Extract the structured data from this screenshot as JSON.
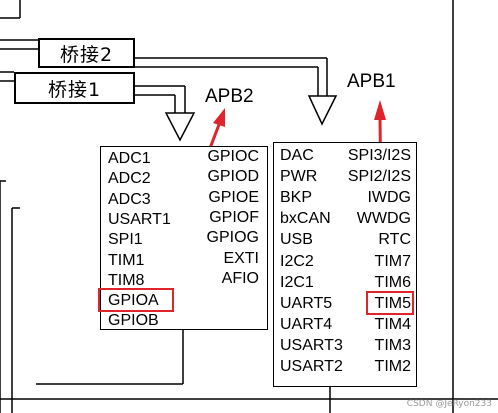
{
  "bridges": {
    "bridge2": "桥接2",
    "bridge1": "桥接1"
  },
  "buses": {
    "apb2": "APB2",
    "apb1": "APB1"
  },
  "apb2_left": [
    "ADC1",
    "ADC2",
    "ADC3",
    "USART1",
    "SPI1",
    "TIM1",
    "TIM8",
    "GPIOA",
    "GPIOB"
  ],
  "apb2_right": [
    "GPIOC",
    "GPIOD",
    "GPIOE",
    "GPIOF",
    "GPIOG",
    "EXTI",
    "AFIO"
  ],
  "apb1_left": [
    "DAC",
    "PWR",
    "BKP",
    "bxCAN",
    "USB",
    "I2C2",
    "I2C1",
    "UART5",
    "UART4",
    "USART3",
    "USART2"
  ],
  "apb1_right": [
    "SPI3/I2S",
    "SPI2/I2S",
    "IWDG",
    "WWDG",
    "RTC",
    "TIM7",
    "TIM6",
    "TIM5",
    "TIM4",
    "TIM3",
    "TIM2"
  ],
  "highlight_color": "#e0242b",
  "watermark": "CSDN @JeRyon233"
}
